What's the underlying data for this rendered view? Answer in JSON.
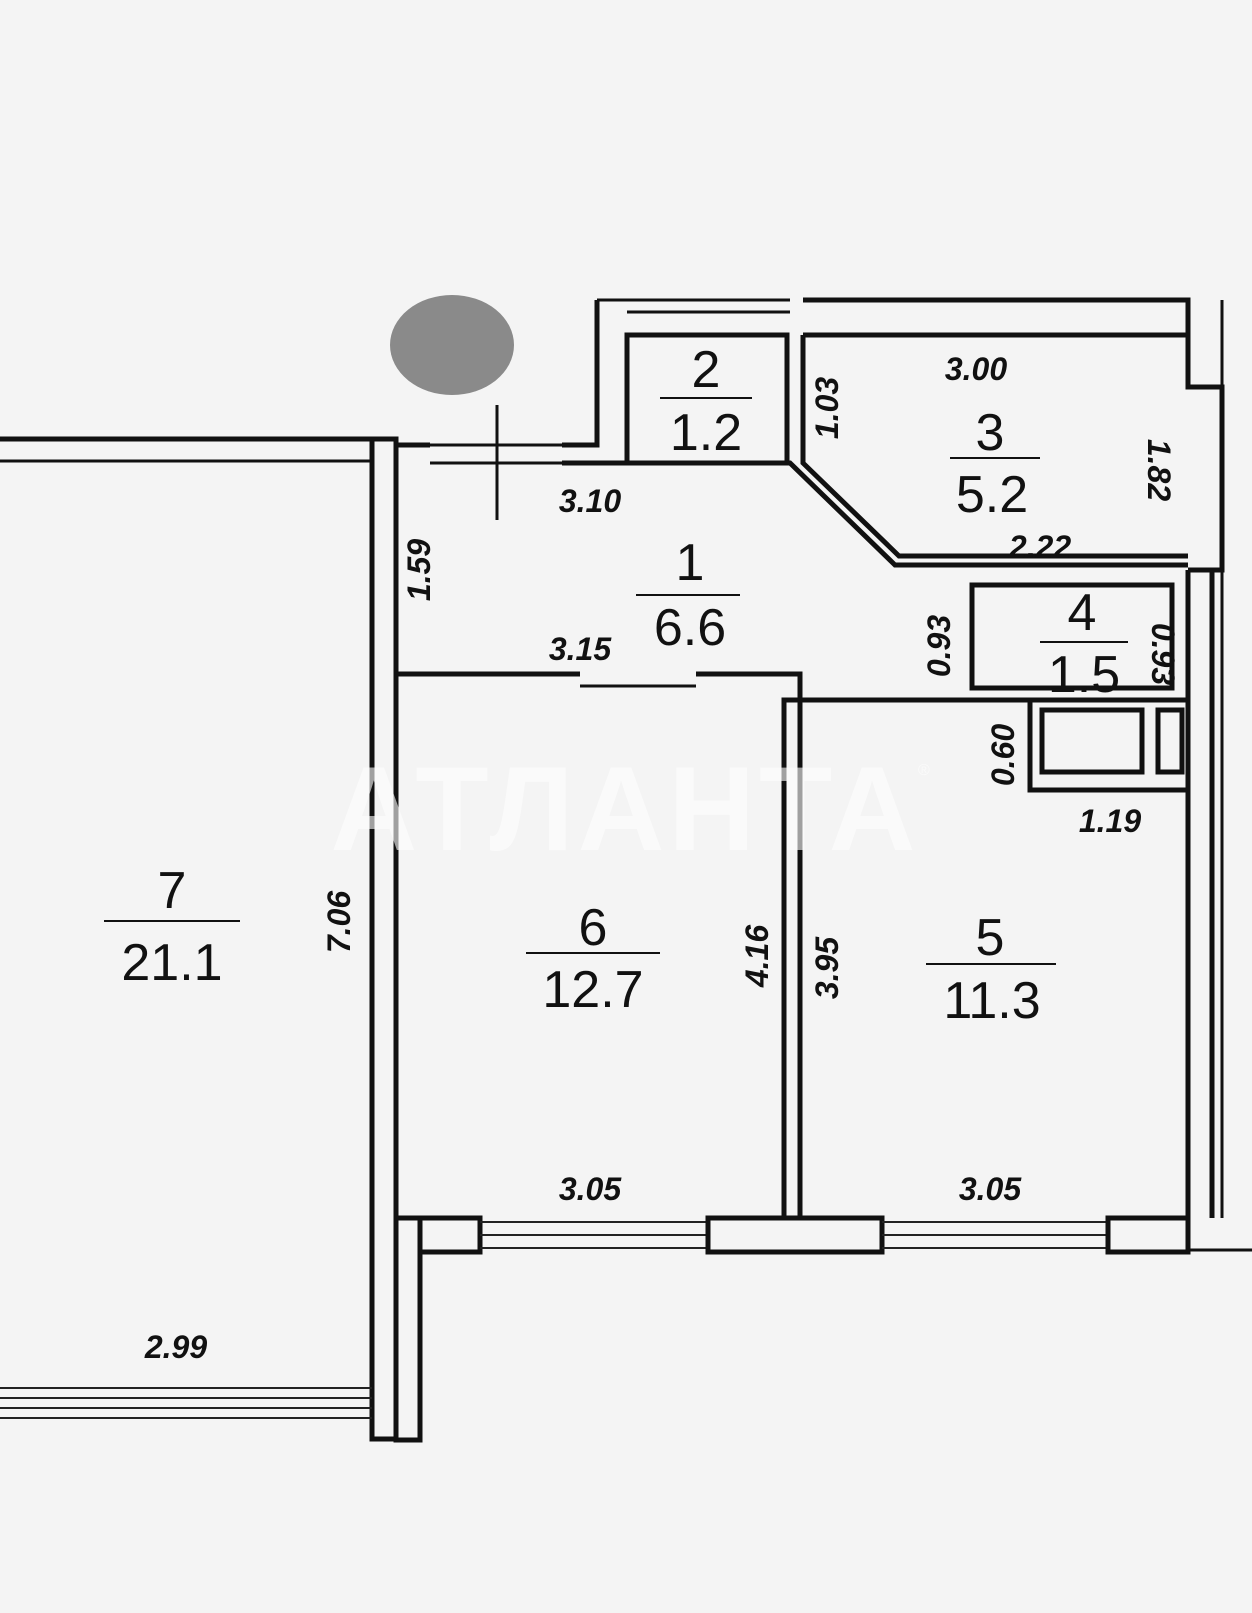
{
  "watermark": {
    "text": "АТЛАНТА",
    "mark": "®"
  },
  "rooms": [
    {
      "id": "1",
      "num": "1",
      "area": "6.6"
    },
    {
      "id": "2",
      "num": "2",
      "area": "1.2"
    },
    {
      "id": "3",
      "num": "3",
      "area": "5.2"
    },
    {
      "id": "4",
      "num": "4",
      "area": "1.5"
    },
    {
      "id": "5",
      "num": "5",
      "area": "11.3"
    },
    {
      "id": "6",
      "num": "6",
      "area": "12.7"
    },
    {
      "id": "7",
      "num": "7",
      "area": "21.1"
    }
  ],
  "dimensions": {
    "corridor_top": "3.10",
    "corridor_left": "1.59",
    "corridor_bottom": "3.15",
    "room3_top": "3.00",
    "room3_left": "1.03",
    "room3_right": "1.82",
    "room3_bottom": "2.22",
    "room4_left": "0.93",
    "room4_right": "0.93",
    "closet_left": "0.60",
    "closet_bottom": "1.19",
    "room7_right": "7.06",
    "room7_bottom": "2.99",
    "room6_right": "4.16",
    "room6_bottom": "3.05",
    "room5_left": "3.95",
    "room5_bottom": "3.05"
  }
}
